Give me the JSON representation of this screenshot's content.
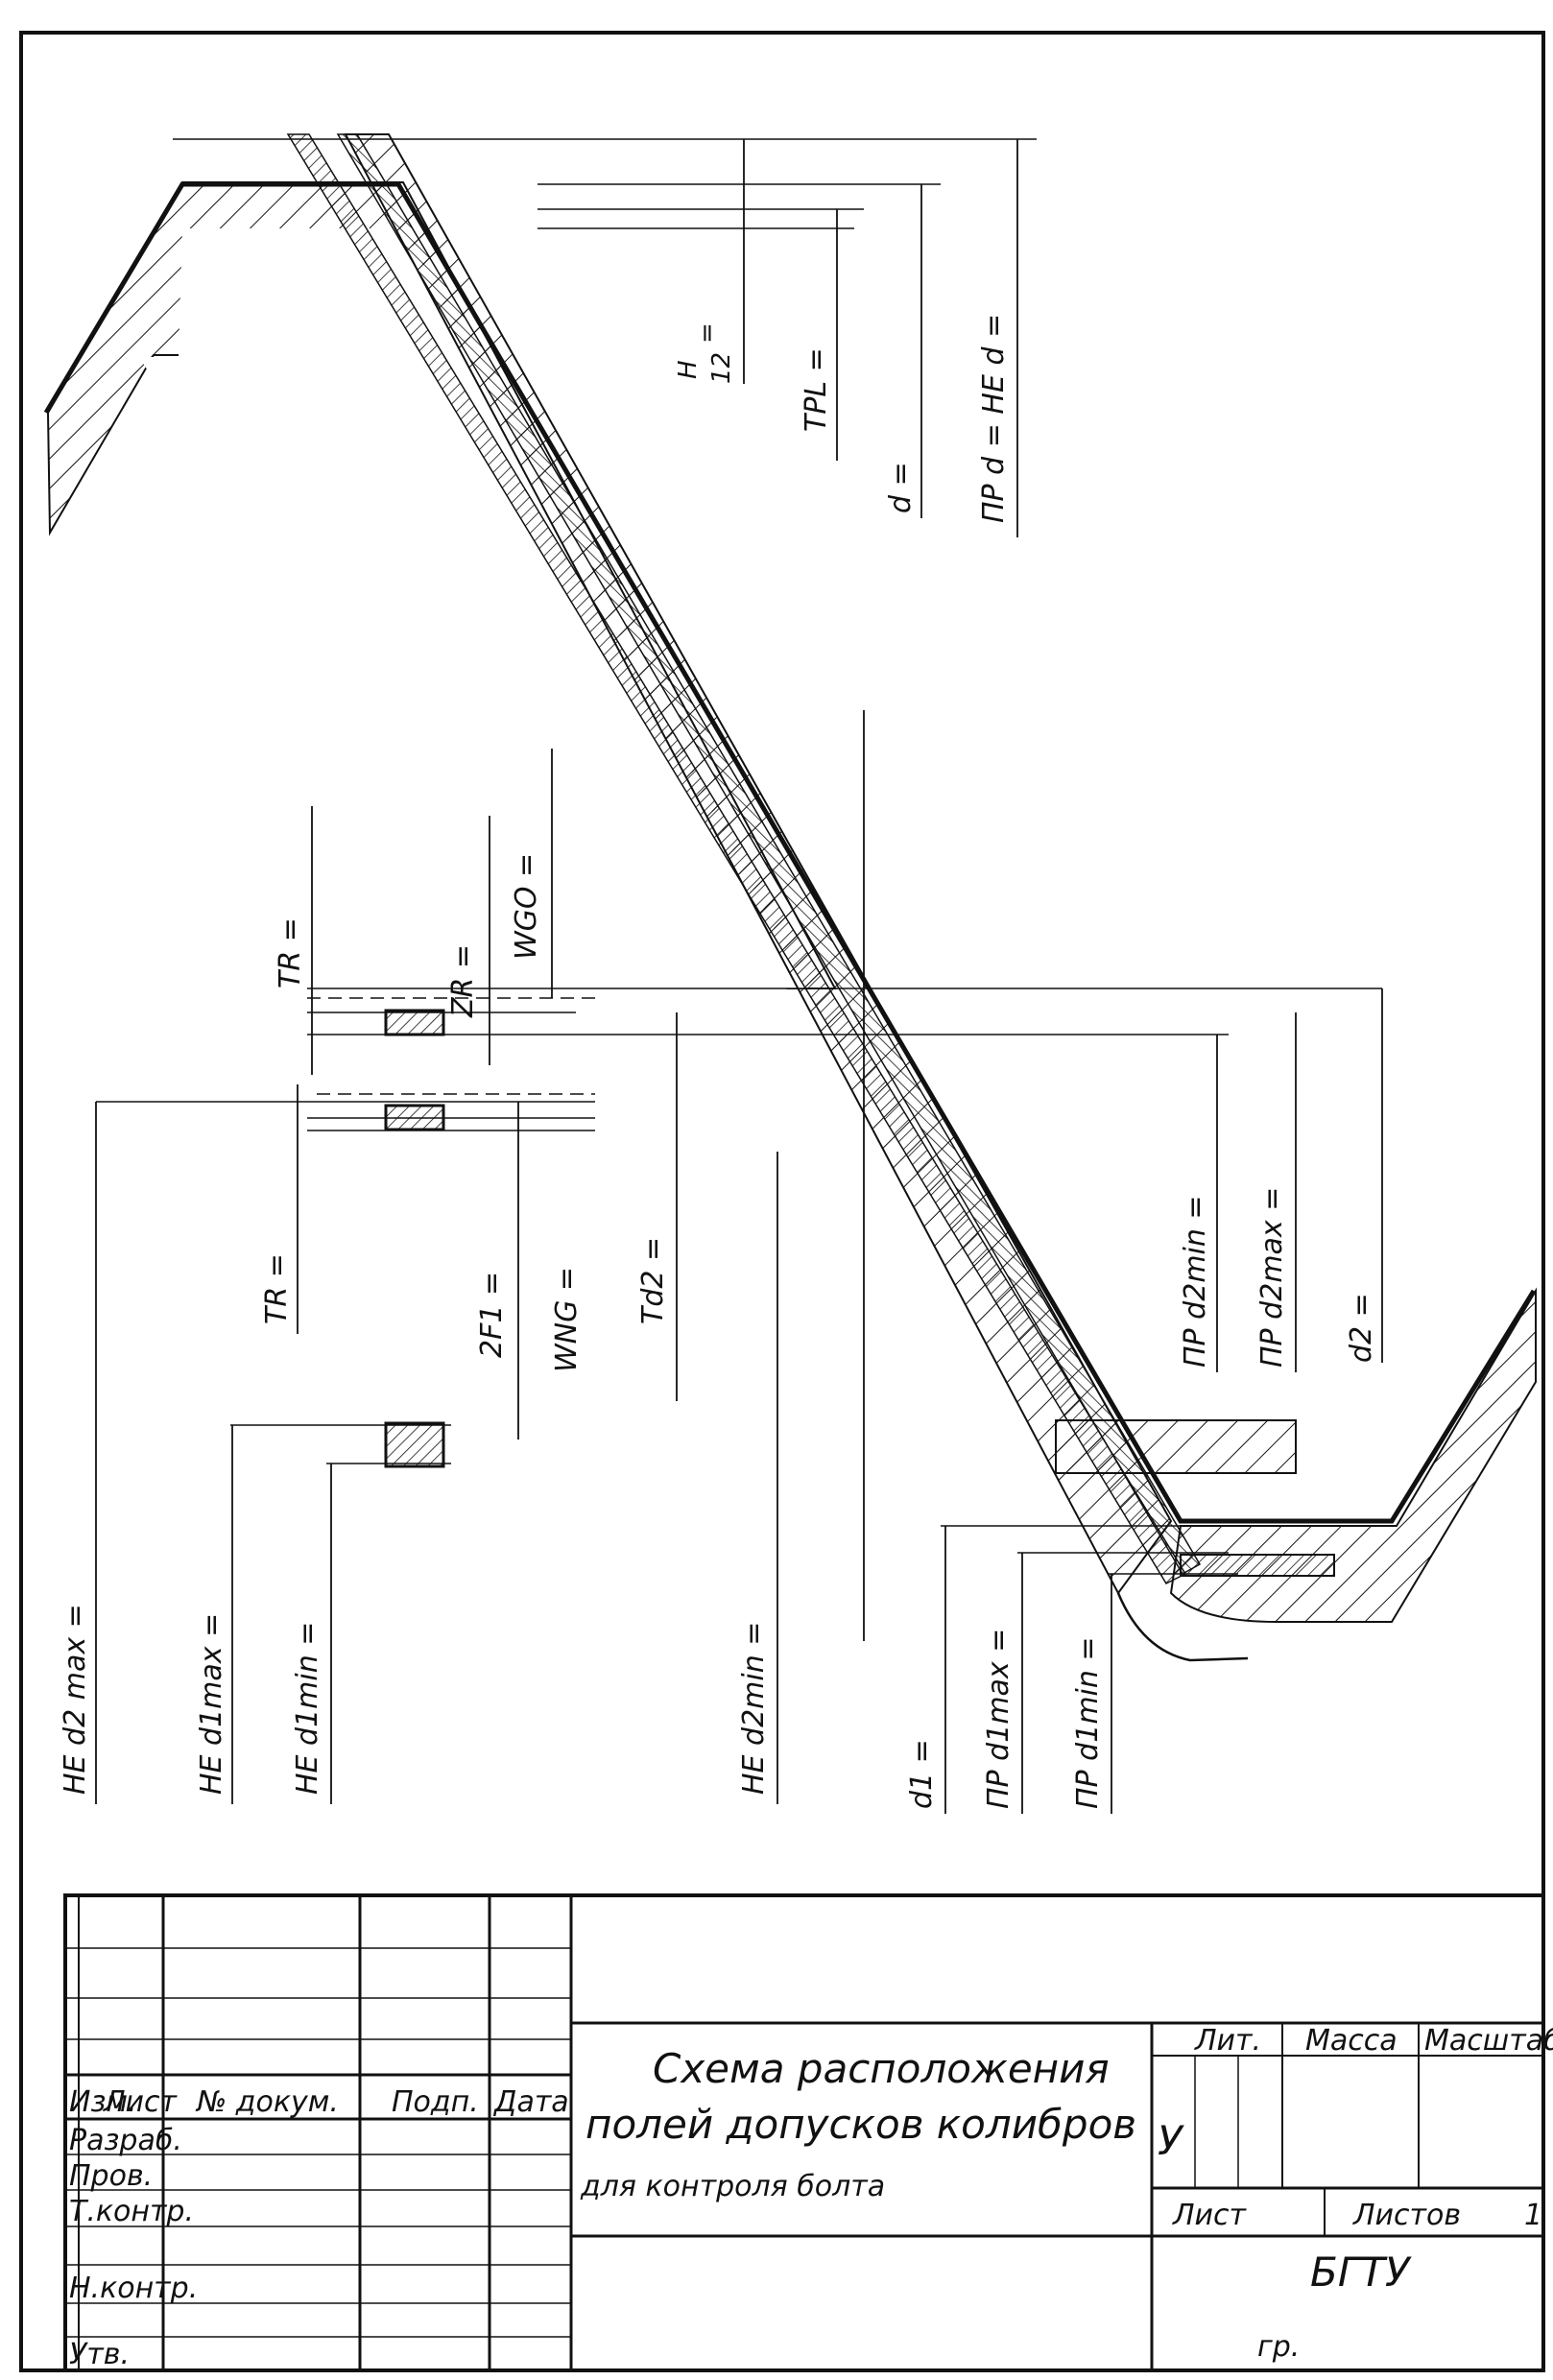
{
  "labels": {
    "h12_num": "H",
    "h12_den": "12",
    "h12_eq": "=",
    "tpl": "TPL =",
    "d": "d =",
    "pr_d_he_d": "ПР d = НЕ d =",
    "tr_top": "TR =",
    "zr": "ZR =",
    "wgo": "WGO =",
    "tr_bottom": "TR =",
    "two_f1": "2F1 =",
    "wng": "WNG =",
    "td2": "Td2 =",
    "pr_d2min": "ПР d2min =",
    "pr_d2max": "ПР d2max =",
    "d2": "d2 =",
    "he_d2max": "НЕ d2 max =",
    "he_d1max": "НЕ d1max =",
    "he_d1min": "НЕ d1min =",
    "he_d2min": "НЕ d2min =",
    "d1": "d1 =",
    "pr_d1max": "ПР d1max =",
    "pr_d1min": "ПР d1min ="
  },
  "title_block": {
    "col_izm": "Изм.",
    "col_list": "Лист",
    "col_doc": "№ докум.",
    "col_podp": "Подп.",
    "col_data": "Дата",
    "row_razrab": "Разраб.",
    "row_prov": "Пров.",
    "row_tkontr": "Т.контр.",
    "row_nkontr": "Н.контр.",
    "row_utv": "Утв.",
    "title_line1": "Схема расположения",
    "title_line2": "полей допусков колибров",
    "title_line3": "для контроля болта",
    "lit": "Лит.",
    "massa": "Масса",
    "masshtab": "Масштаб",
    "lit_value": "У",
    "sheet": "Лист",
    "sheets": "Листов",
    "sheets_count": "1",
    "org": "БГТУ",
    "group": "гр."
  },
  "colors": {
    "ink": "#111111",
    "paper": "#ffffff"
  }
}
